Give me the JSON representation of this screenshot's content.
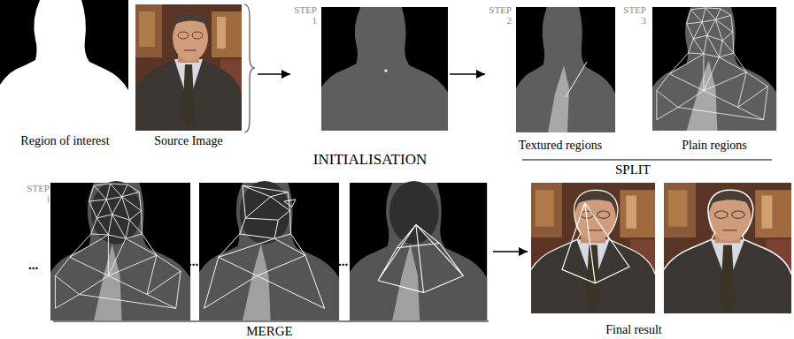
{
  "diagram": {
    "nodes": [
      {
        "text": [
          "Region of interest"
        ]
      },
      {
        "text": [
          "Source Image"
        ]
      },
      {
        "text": [
          "STEP 1",
          "INITIALISATION"
        ]
      },
      {
        "text": [
          "SPLIT"
        ]
      },
      {
        "text": [
          "STEP 2",
          "Textured regions"
        ],
        "in": 3
      },
      {
        "text": [
          "STEP 3",
          "Plain regions"
        ],
        "in": 3
      },
      {
        "text": [
          "STEP i",
          "MERGE"
        ]
      },
      {
        "text": [
          "Final result"
        ]
      }
    ],
    "edges": [
      {
        "from": 1,
        "to": 2,
        "arrow": "to"
      },
      {
        "from": 2,
        "to": 4,
        "arrow": "to"
      },
      {
        "from": 6,
        "to": 7,
        "arrow": "to"
      }
    ],
    "labels": [
      "...",
      "...",
      "..."
    ]
  }
}
